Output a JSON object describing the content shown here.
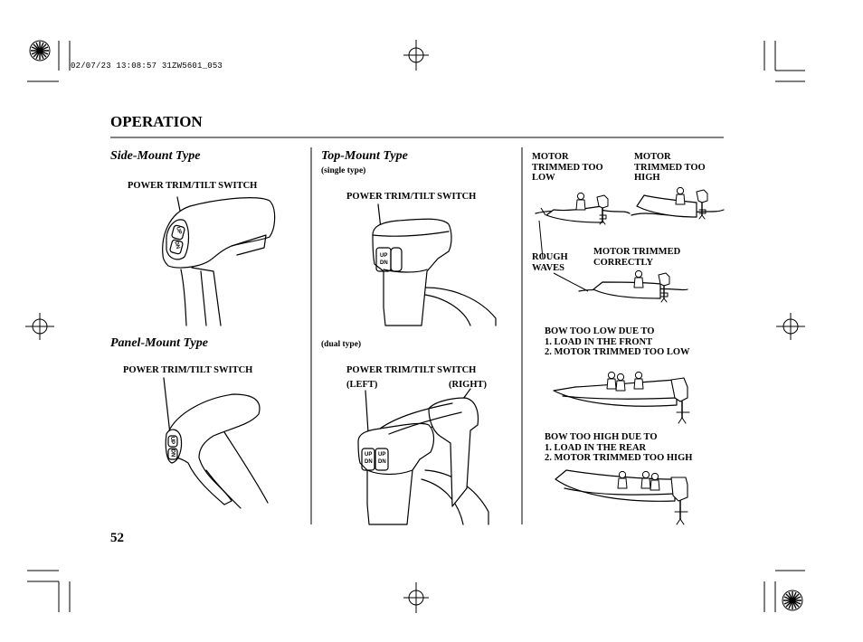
{
  "print_stamp": "02/07/23 13:08:57 31ZW5601_053",
  "section_title": "OPERATION",
  "page_number": "52",
  "side_mount": {
    "heading": "Side-Mount Type",
    "switch_label": "POWER TRIM/TILT SWITCH",
    "btn_up": "UP",
    "btn_dn": "DN"
  },
  "panel_mount": {
    "heading": "Panel-Mount Type",
    "switch_label": "POWER TRIM/TILT SWITCH",
    "btn_up": "UP",
    "btn_dn": "DN"
  },
  "top_mount": {
    "heading": "Top-Mount Type",
    "single_caption": "(single type)",
    "single_switch_label": "POWER TRIM/TILT SWITCH",
    "dual_caption": "(dual type)",
    "dual_switch_label": "POWER TRIM/TILT SWITCH",
    "left_label": "(LEFT)",
    "right_label": "(RIGHT)",
    "btn_up": "UP",
    "btn_dn": "DN"
  },
  "trim": {
    "low_line1": "MOTOR",
    "low_line2": "TRIMMED TOO",
    "low_line3": "LOW",
    "high_line1": "MOTOR",
    "high_line2": "TRIMMED TOO",
    "high_line3": "HIGH",
    "rough_line1": "ROUGH",
    "rough_line2": "WAVES",
    "correct_line1": "MOTOR TRIMMED",
    "correct_line2": "CORRECTLY",
    "bow_low_line1": "BOW TOO LOW DUE TO",
    "bow_low_line2": "1. LOAD IN THE FRONT",
    "bow_low_line3": "2. MOTOR TRIMMED TOO LOW",
    "bow_high_line1": "BOW TOO HIGH DUE TO",
    "bow_high_line2": "1. LOAD IN THE REAR",
    "bow_high_line3": "2. MOTOR TRIMMED TOO HIGH"
  }
}
